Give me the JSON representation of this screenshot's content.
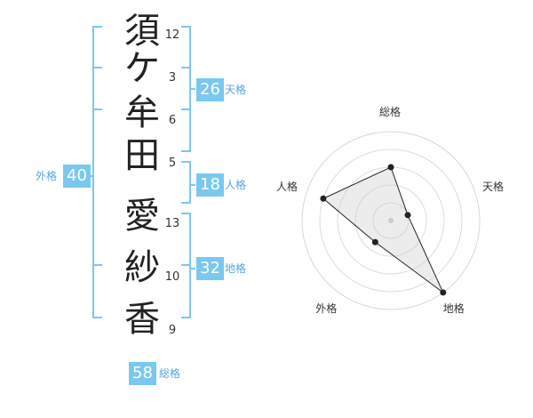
{
  "name": {
    "chars": [
      "須",
      "ケ",
      "牟",
      "田",
      "愛",
      "紗",
      "香"
    ],
    "strokes": [
      "12",
      "3",
      "6",
      "5",
      "13",
      "10",
      "9"
    ]
  },
  "kaku": {
    "tenkaku": {
      "value": "26",
      "label": "天格"
    },
    "jinkaku": {
      "value": "18",
      "label": "人格"
    },
    "chikaku": {
      "value": "32",
      "label": "地格"
    },
    "gaikaku": {
      "value": "40",
      "label": "外格"
    },
    "soukaku": {
      "value": "58",
      "label": "総格"
    }
  },
  "colors": {
    "bracket": "#7ac8f0",
    "badge": "#7ac8f0",
    "badge_label": "#52a8d8"
  },
  "chart_data": {
    "type": "radar",
    "axes": [
      "総格",
      "天格",
      "地格",
      "外格",
      "人格"
    ],
    "values": [
      3,
      1,
      5,
      1.5,
      4
    ],
    "rmax": 5,
    "rings": 4
  }
}
